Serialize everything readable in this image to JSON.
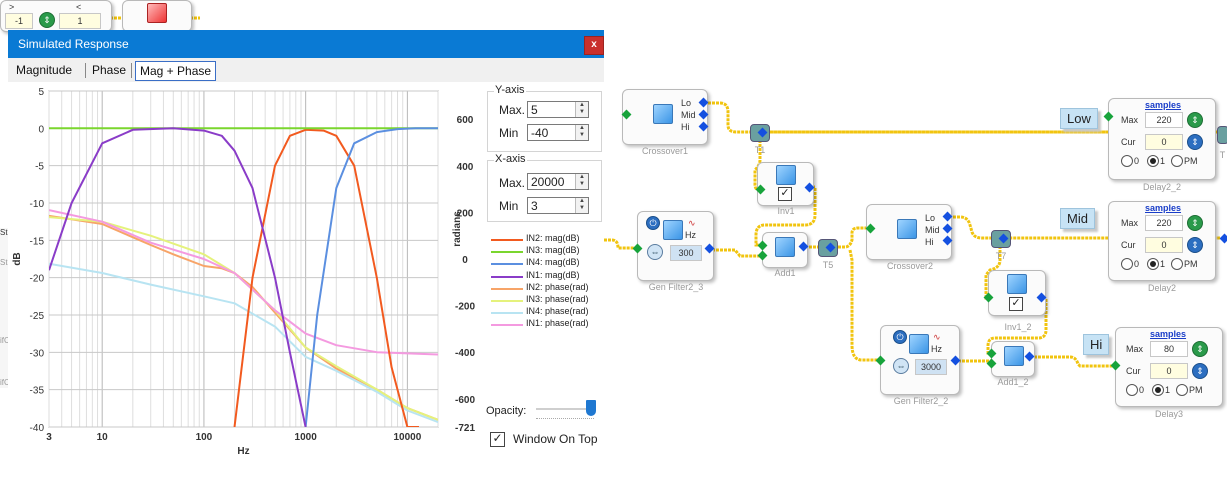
{
  "window": {
    "title": "Simulated Response",
    "close_label": "x",
    "tabs": [
      "Magnitude",
      "Phase",
      "Mag + Phase"
    ],
    "active_tab": "Mag + Phase",
    "opacity_label": "Opacity:",
    "opacity_value": 0.95,
    "window_on_top_label": "Window On Top",
    "window_on_top_checked": true
  },
  "yaxis_group": {
    "label": "Y-axis",
    "max_label": "Max.",
    "max_value": "5",
    "min_label": "Min",
    "min_value": "-40"
  },
  "xaxis_group": {
    "label": "X-axis",
    "max_label": "Max.",
    "max_value": "20000",
    "min_label": "Min",
    "min_value": "3"
  },
  "legend": [
    {
      "label": "IN2: mag(dB)",
      "color": "#f25a1f"
    },
    {
      "label": "IN3: mag(dB)",
      "color": "#7ad62e"
    },
    {
      "label": "IN4: mag(dB)",
      "color": "#5b8fe0"
    },
    {
      "label": "IN1: mag(dB)",
      "color": "#8a3cc8"
    },
    {
      "label": "IN2: phase(rad)",
      "color": "#f7a468"
    },
    {
      "label": "IN3: phase(rad)",
      "color": "#e5f27c"
    },
    {
      "label": "IN4: phase(rad)",
      "color": "#b8e4f2"
    },
    {
      "label": "IN1: phase(rad)",
      "color": "#f49ae0"
    }
  ],
  "chart_data": {
    "type": "line",
    "xlabel": "Hz",
    "ylabel": "dB",
    "y2label": "radians",
    "x_scale": "log",
    "xlim": [
      3,
      20000
    ],
    "ylim": [
      -40,
      5
    ],
    "y2lim": [
      -721,
      721
    ],
    "x_ticks": [
      "3",
      "10",
      "100",
      "1000",
      "10000"
    ],
    "y_ticks": [
      "5",
      "0",
      "-5",
      "-10",
      "-15",
      "-20",
      "-25",
      "-30",
      "-35",
      "-40"
    ],
    "y2_ticks": [
      "600",
      "400",
      "200",
      "0",
      "-200",
      "-400",
      "-600",
      "-721"
    ],
    "grid": true,
    "series": [
      {
        "name": "IN2: mag(dB)",
        "axis": "left",
        "color": "#f25a1f",
        "x": [
          200,
          300,
          500,
          700,
          1000,
          1500,
          2000,
          3000,
          5000,
          7000,
          10000,
          13000
        ],
        "y": [
          -40,
          -20,
          -5,
          -1,
          -0.2,
          -0.3,
          -1,
          -5,
          -20,
          -32,
          -40,
          -40
        ]
      },
      {
        "name": "IN3: mag(dB)",
        "axis": "left",
        "color": "#7ad62e",
        "x": [
          3,
          20000
        ],
        "y": [
          0,
          0
        ]
      },
      {
        "name": "IN4: mag(dB)",
        "axis": "left",
        "color": "#5b8fe0",
        "x": [
          1000,
          1300,
          2000,
          3000,
          5000,
          8000,
          12000,
          20000
        ],
        "y": [
          -40,
          -25,
          -8,
          -2,
          -0.5,
          -0.1,
          0,
          0
        ]
      },
      {
        "name": "IN1: mag(dB)",
        "axis": "left",
        "color": "#8a3cc8",
        "x": [
          3,
          5,
          10,
          20,
          50,
          100,
          150,
          200,
          300,
          500,
          700,
          1000
        ],
        "y": [
          -19,
          -10,
          -2,
          -0.2,
          0,
          -0.3,
          -1,
          -3,
          -8,
          -20,
          -30,
          -40
        ]
      },
      {
        "name": "IN2: phase(rad)",
        "axis": "right",
        "color": "#f7a468",
        "x": [
          3,
          10,
          30,
          50,
          100,
          150,
          200,
          300,
          500,
          1000,
          2000,
          5000,
          10000,
          20000
        ],
        "y": [
          185,
          150,
          60,
          20,
          -30,
          -40,
          -60,
          -120,
          -230,
          -380,
          -470,
          -560,
          -640,
          -690
        ]
      },
      {
        "name": "IN3: phase(rad)",
        "axis": "right",
        "color": "#e5f27c",
        "x": [
          3,
          10,
          30,
          100,
          200,
          500,
          1000,
          2000,
          5000,
          10000,
          20000
        ],
        "y": [
          180,
          160,
          100,
          20,
          -60,
          -220,
          -380,
          -460,
          -560,
          -640,
          -690
        ]
      },
      {
        "name": "IN4: phase(rad)",
        "axis": "right",
        "color": "#b8e4f2",
        "x": [
          3,
          10,
          30,
          100,
          200,
          500,
          1000,
          2000,
          5000,
          10000,
          20000
        ],
        "y": [
          -20,
          -60,
          -110,
          -160,
          -190,
          -290,
          -420,
          -480,
          -570,
          -650,
          -700
        ]
      },
      {
        "name": "IN1: phase(rad)",
        "axis": "right",
        "color": "#f49ae0",
        "x": [
          3,
          10,
          30,
          100,
          200,
          500,
          1000,
          2000,
          5000,
          10000,
          20000
        ],
        "y": [
          210,
          160,
          70,
          0,
          -60,
          -220,
          -320,
          -370,
          -400,
          -405,
          -410
        ]
      }
    ]
  },
  "graph": {
    "crossover1": {
      "caption": "Crossover1",
      "outputs": [
        "Lo",
        "Mid",
        "Hi"
      ]
    },
    "crossover2": {
      "caption": "Crossover2",
      "outputs": [
        "Lo",
        "Mid",
        "Hi"
      ]
    },
    "t1": {
      "caption": "T1"
    },
    "t5": {
      "caption": "T5"
    },
    "t7": {
      "caption": "T7"
    },
    "inv1": {
      "caption": "Inv1"
    },
    "inv1_2": {
      "caption": "Inv1_2"
    },
    "add1": {
      "caption": "Add1"
    },
    "add1_2": {
      "caption": "Add1_2"
    },
    "genfilter2_3": {
      "caption": "Gen Filter2_3",
      "unit": "Hz",
      "value": "300"
    },
    "genfilter2_2": {
      "caption": "Gen Filter2_2",
      "unit": "Hz",
      "value": "3000"
    },
    "tag_low": "Low",
    "tag_mid": "Mid",
    "tag_hi": "Hi",
    "delay2_2": {
      "caption": "Delay2_2",
      "link": "samples",
      "max_label": "Max",
      "max_value": "220",
      "cur_label": "Cur",
      "cur_value": "0",
      "radios": [
        "0",
        "1",
        "PM"
      ]
    },
    "delay2": {
      "caption": "Delay2",
      "link": "samples",
      "max_label": "Max",
      "max_value": "220",
      "cur_label": "Cur",
      "cur_value": "0",
      "radios": [
        "0",
        "1",
        "PM"
      ]
    },
    "delay3": {
      "caption": "Delay3",
      "link": "samples",
      "max_label": "Max",
      "max_value": "80",
      "cur_label": "Cur",
      "cur_value": "0",
      "radios": [
        "0",
        "1",
        "PM"
      ]
    },
    "top_partial": {
      "field1": "-1",
      "field2": "1",
      "lbl1": ">",
      "lbl2": "<"
    },
    "edge_labels": [
      "Stir",
      "Stir",
      "ifC",
      "ifC"
    ],
    "edge_caption": "T"
  }
}
